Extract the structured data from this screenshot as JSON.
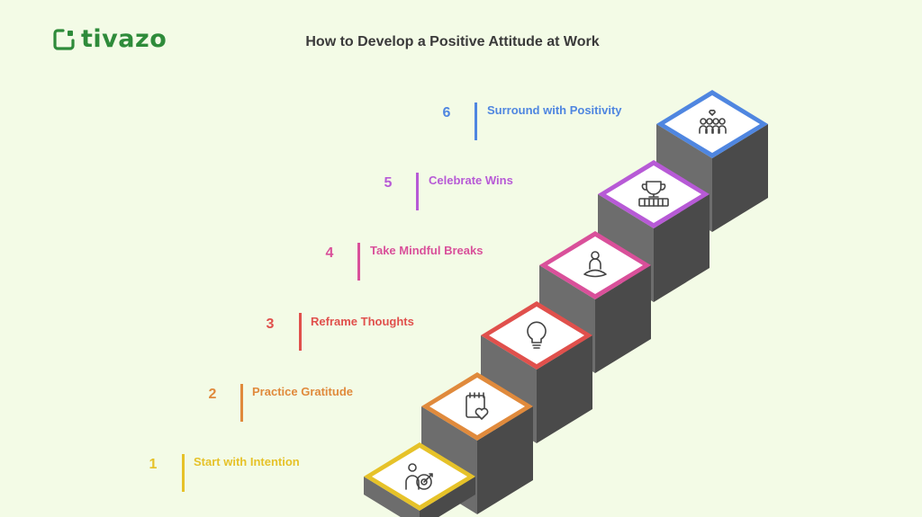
{
  "brand": {
    "name": "tivazo",
    "color": "#2e8b3a"
  },
  "title": "How to Develop a Positive Attitude at Work",
  "steps": [
    {
      "number": "1",
      "label": "Start with Intention",
      "color": "#e6c229",
      "icon": "target-person-icon"
    },
    {
      "number": "2",
      "label": "Practice Gratitude",
      "color": "#e08a3c",
      "icon": "calendar-heart-icon"
    },
    {
      "number": "3",
      "label": "Reframe Thoughts",
      "color": "#e0504c",
      "icon": "lightbulb-icon"
    },
    {
      "number": "4",
      "label": "Take Mindful Breaks",
      "color": "#d9509a",
      "icon": "meditation-icon"
    },
    {
      "number": "5",
      "label": "Celebrate Wins",
      "color": "#b75ad6",
      "icon": "trophy-icon"
    },
    {
      "number": "6",
      "label": "Surround with Positivity",
      "color": "#4f86e0",
      "icon": "group-people-icon"
    }
  ]
}
